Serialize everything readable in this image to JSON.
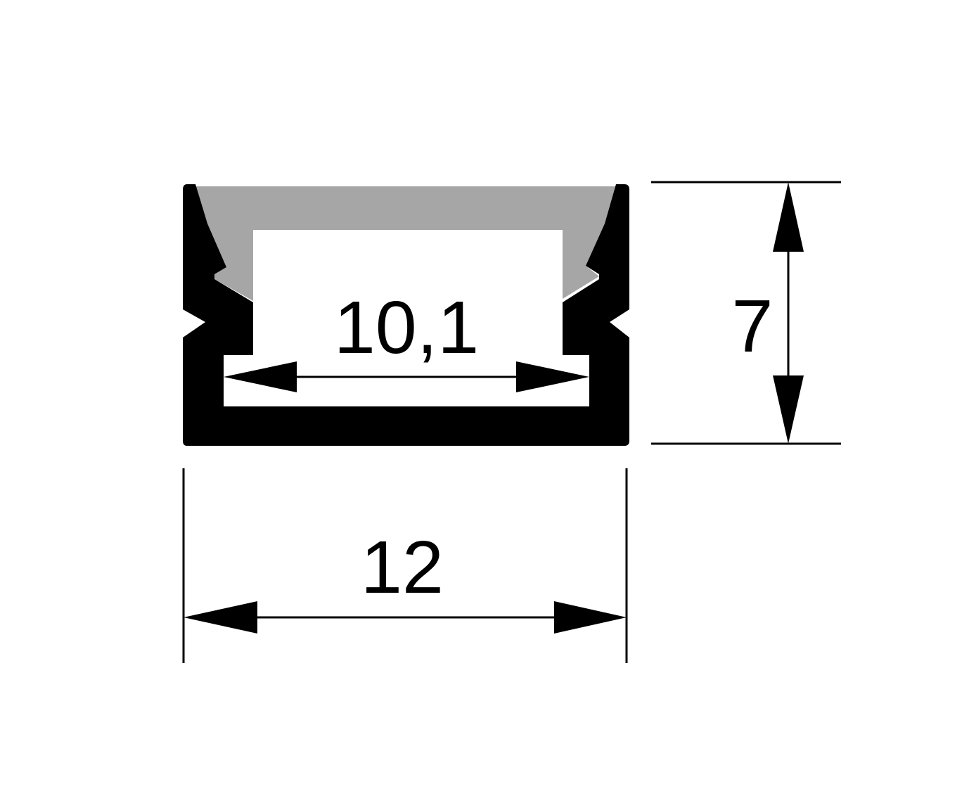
{
  "dimensions": {
    "inner_width": "10,1",
    "outer_width": "12",
    "height": "7"
  },
  "colors": {
    "profile": "#000000",
    "diffuser": "#a6a6a6",
    "background": "#ffffff",
    "lines": "#000000"
  }
}
